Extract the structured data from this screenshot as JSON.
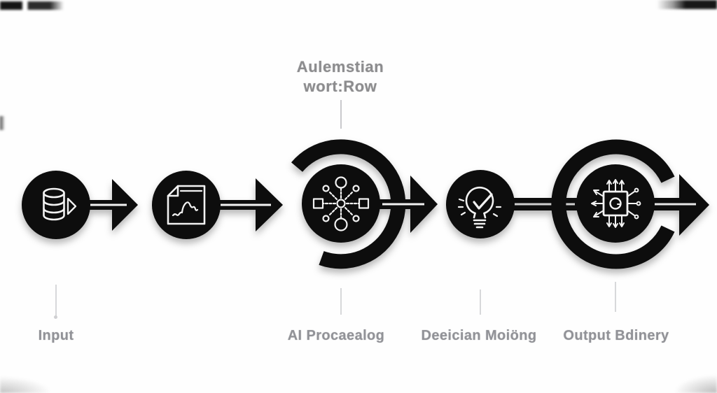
{
  "title": {
    "line1": "Aulemstian",
    "line2": "wort:Row"
  },
  "stages": [
    {
      "label": "Input",
      "icon": "database-arrow-icon"
    },
    {
      "label": "",
      "icon": "document-scribble-icon"
    },
    {
      "label": "AI Procaealog",
      "icon": "network-hub-icon"
    },
    {
      "label": "Deeician Moiöng",
      "icon": "lightbulb-check-icon"
    },
    {
      "label": "Output Bdinery",
      "icon": "circuit-chip-icon"
    }
  ],
  "colors": {
    "node_fill": "#0c0c0c",
    "icon_stroke": "#f2f2f2",
    "background": "#fcfcfc",
    "title_text": "#8c8c8e",
    "label_text": "#919297",
    "connector_line": "#d0d1d4"
  }
}
